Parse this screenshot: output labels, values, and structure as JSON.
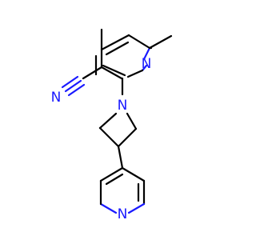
{
  "molecule": {
    "atom_labels": {
      "pyridine_N": "N",
      "nitrile_N": "N",
      "azetidine_N": "N",
      "pyridyl_N": "N"
    },
    "colors": {
      "bond": "#000000",
      "heteroatom": "#1a1aff",
      "background": "#ffffff"
    }
  }
}
